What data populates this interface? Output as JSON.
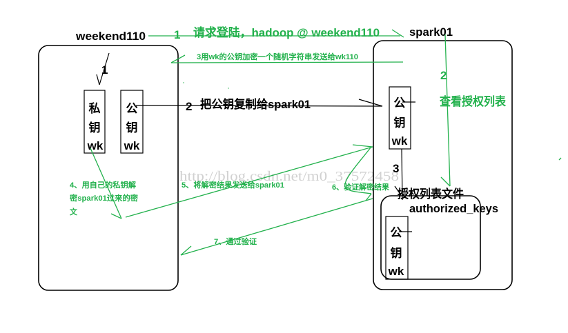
{
  "hosts": {
    "client": {
      "name": "weekend110"
    },
    "server": {
      "name": "spark01"
    }
  },
  "keys": {
    "client_private_key": {
      "lines": [
        "私",
        "钥",
        "wk"
      ]
    },
    "client_public_key": {
      "lines": [
        "公",
        "钥",
        "wk"
      ]
    },
    "server_copied_public_key": {
      "lines": [
        "公",
        "钥",
        "wk"
      ]
    },
    "authorized_public_key": {
      "lines": [
        "公",
        "钥",
        "wk"
      ]
    }
  },
  "authorized_file": {
    "title": "授权列表文件",
    "filename": "authorized_keys"
  },
  "steps": {
    "generate_keys": {
      "number": "1"
    },
    "request_login": {
      "number": "1",
      "label": "请求登陆，hadoop @ weekend110"
    },
    "copy_public_key": {
      "number": "2",
      "label": "把公钥复制给spark01"
    },
    "check_authorized_list": {
      "number": "2",
      "label": "查看授权列表"
    },
    "encrypt_random_string": {
      "label": "3用wk的公钥加密一个随机字符串发送给wk110"
    },
    "lookup_key": {
      "number": "3"
    },
    "decrypt_with_private_key": {
      "lines": [
        "4、用自己的私钥解",
        "密spark01过来的密",
        "文"
      ]
    },
    "send_decrypted_result": {
      "label": "5、将解密结果发送给spark01"
    },
    "verify_result": {
      "label": "6、验证解密结果"
    },
    "pass_verification": {
      "label": "7、通过验证"
    }
  },
  "watermark": "http://blog.csdn.net/m0_37572458",
  "colors": {
    "ink": "#000000",
    "accent_green": "#22b14c",
    "watermark": "#c9c9c9",
    "background": "#ffffff"
  }
}
